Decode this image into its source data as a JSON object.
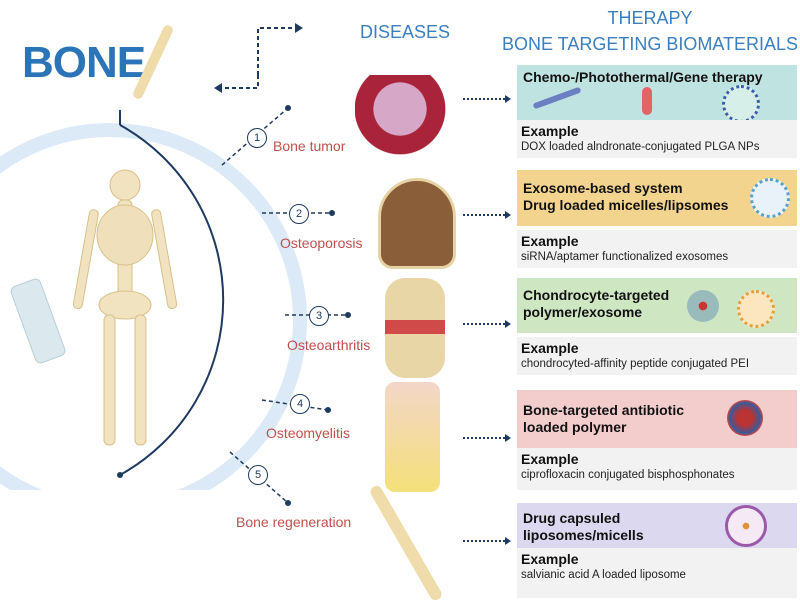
{
  "left": {
    "title": "BONE"
  },
  "headers": {
    "diseases": "DISEASES",
    "therapy_line1": "THERAPY",
    "therapy_line2": "BONE TARGETING BIOMATERIALS"
  },
  "diseases": [
    {
      "number": "1",
      "label": "Bone tumor"
    },
    {
      "number": "2",
      "label": "Osteoporosis"
    },
    {
      "number": "3",
      "label": "Osteoarthritis"
    },
    {
      "number": "4",
      "label": "Osteomyelitis"
    },
    {
      "number": "5",
      "label": "Bone regeneration"
    }
  ],
  "therapies": [
    {
      "title_line1": "Chemo-/Photothermal/Gene therapy",
      "title_line2": "",
      "example_label": "Example",
      "example": "DOX loaded alndronate-conjugated PLGA NPs",
      "color": "#bfe3e0"
    },
    {
      "title_line1": "Exosome-based system",
      "title_line2": "Drug loaded micelles/lipsomes",
      "example_label": "Example",
      "example": "siRNA/aptamer functionalized exosomes",
      "color": "#f3d48f"
    },
    {
      "title_line1": "Chondrocyte-targeted",
      "title_line2": "polymer/exosome",
      "example_label": "Example",
      "example": "chondrocyted-affinity peptide conjugated PEI",
      "color": "#cfe6c2"
    },
    {
      "title_line1": "Bone-targeted antibiotic",
      "title_line2": "loaded polymer",
      "example_label": "Example",
      "example": "ciprofloxacin conjugated bisphosphonates",
      "color": "#f3cccc"
    },
    {
      "title_line1": "Drug capsuled",
      "title_line2": "liposomes/micells",
      "example_label": "Example",
      "example": "salvianic acid A loaded liposome",
      "color": "#dcd8ef"
    }
  ]
}
